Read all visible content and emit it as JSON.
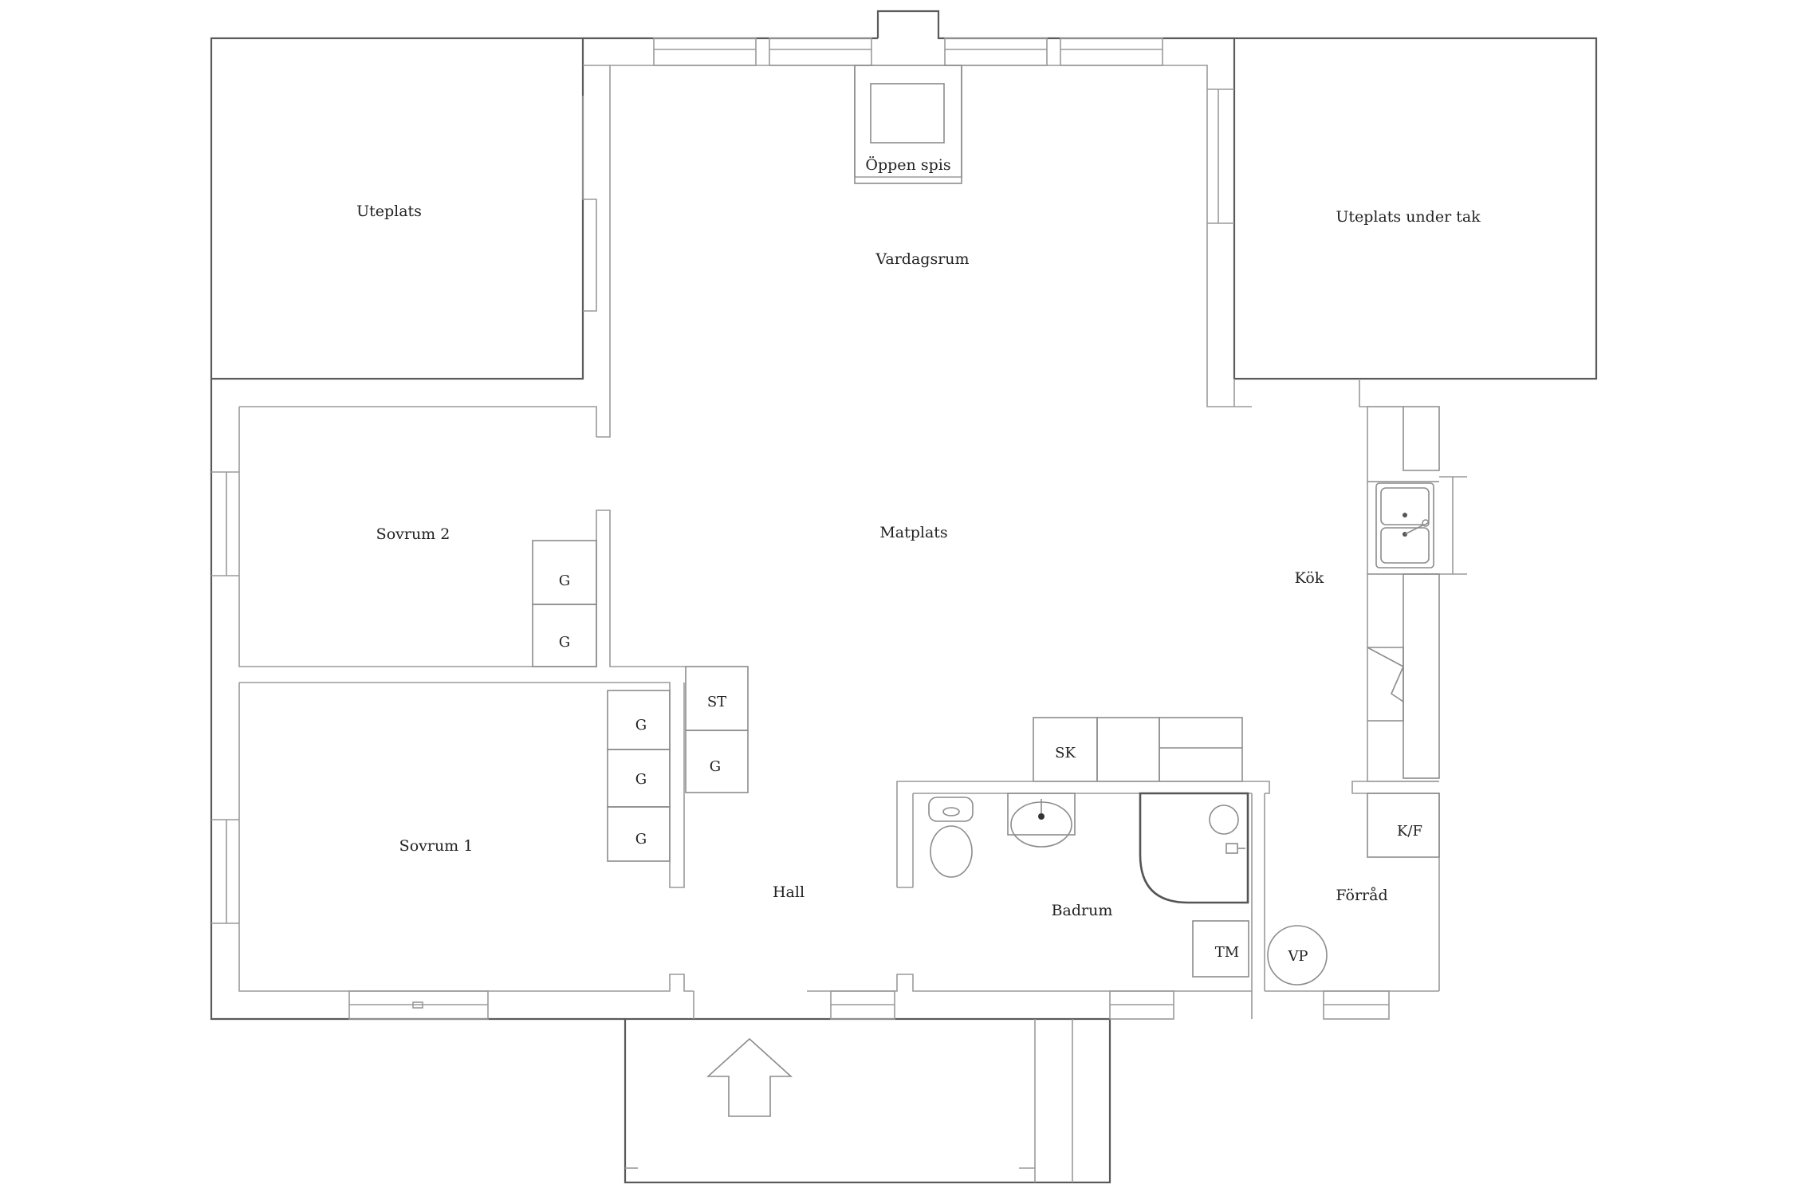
{
  "rooms": {
    "uteplats": "Uteplats",
    "oppen_spis": "Öppen spis",
    "vardagsrum": "Vardagsrum",
    "uteplats_under_tak": "Uteplats under tak",
    "sovrum2": "Sovrum 2",
    "matplats": "Matplats",
    "kok": "Kök",
    "sovrum1": "Sovrum 1",
    "hall": "Hall",
    "badrum": "Badrum",
    "forrad": "Förråd"
  },
  "fixtures": {
    "garderob": "G",
    "stad": "ST",
    "skap": "SK",
    "kyl_frys": "K/F",
    "tvattmaskin": "TM",
    "varmepump": "VP"
  }
}
